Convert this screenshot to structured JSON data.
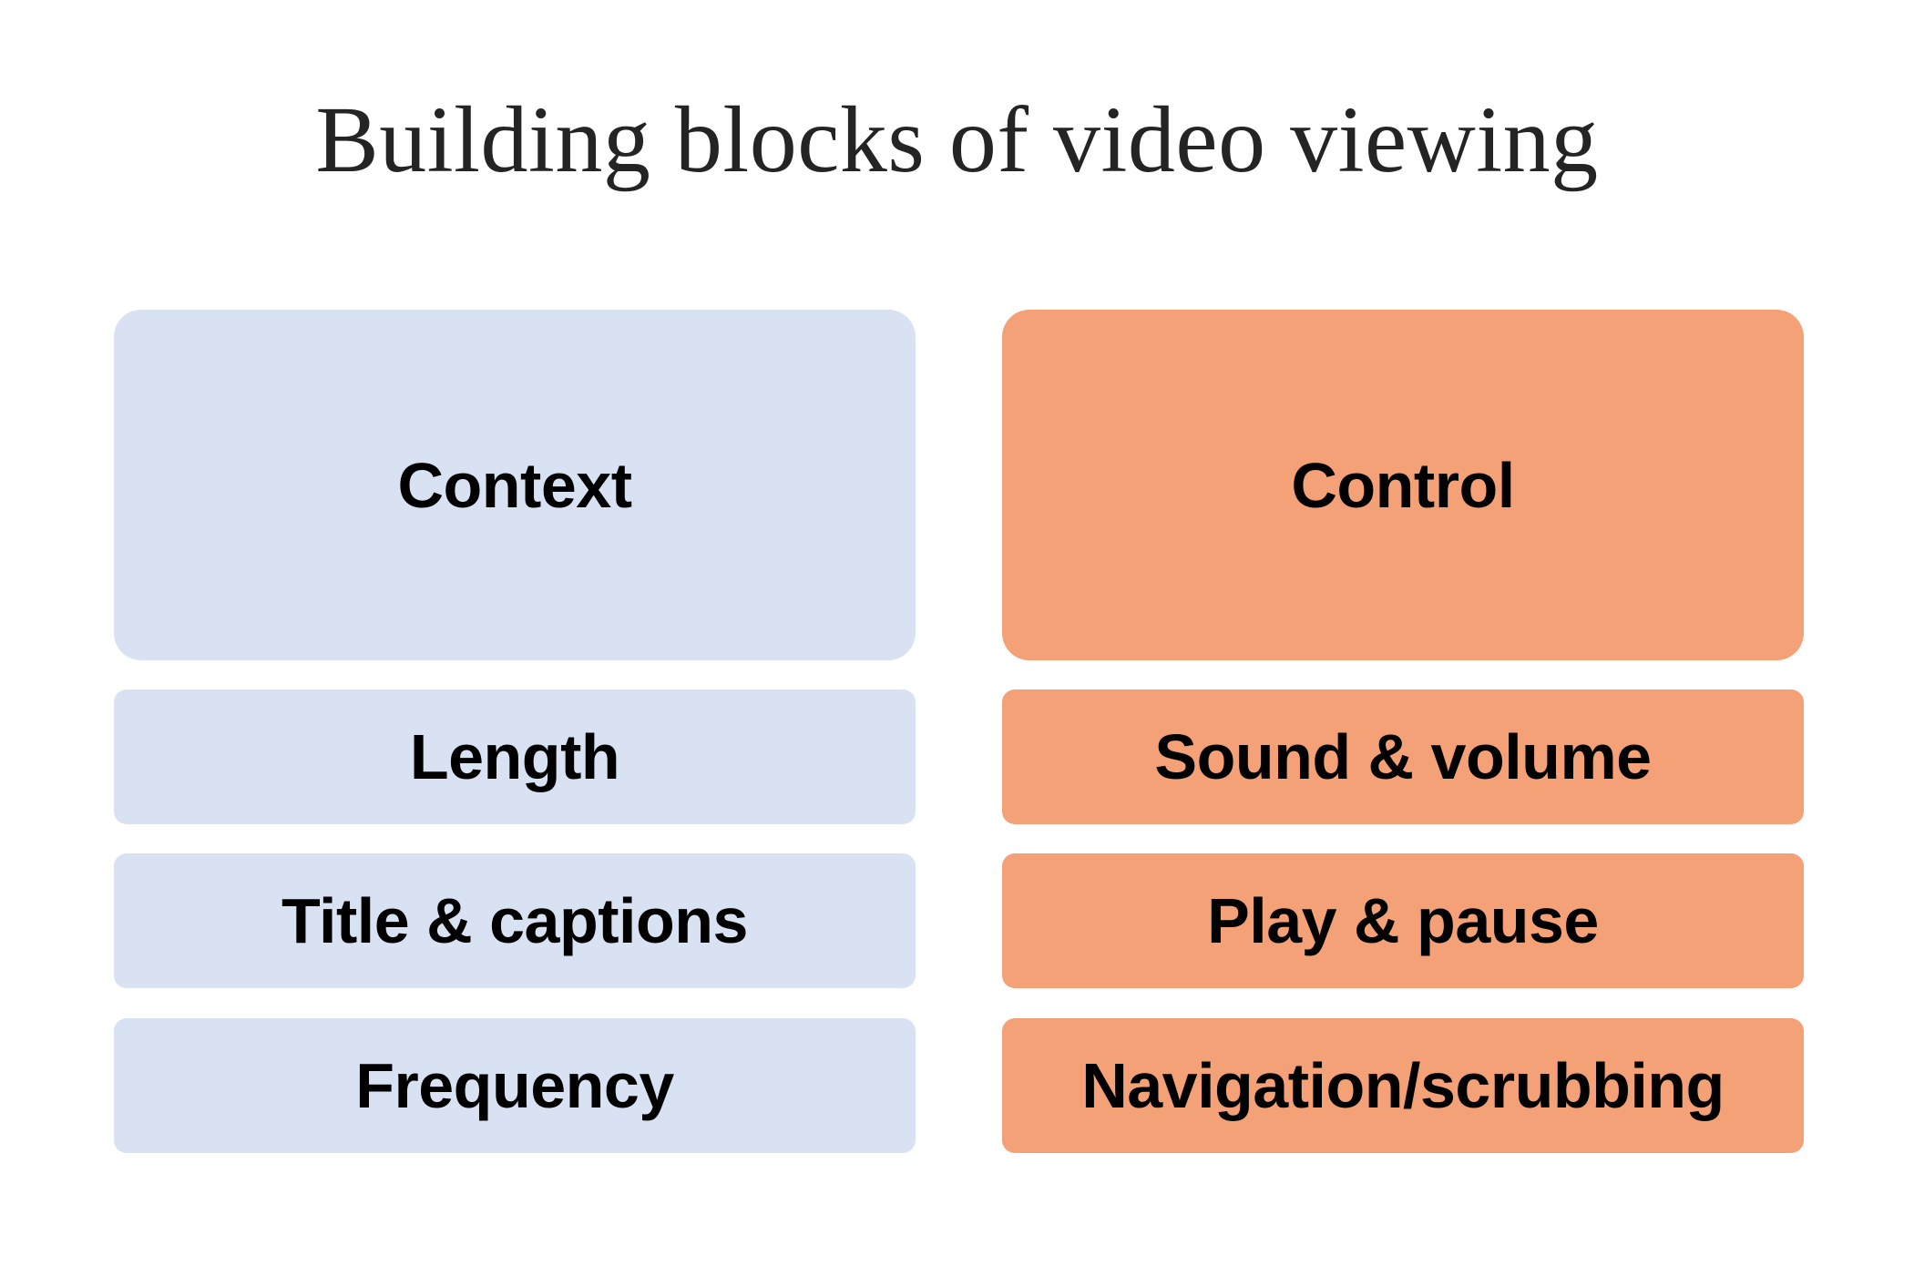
{
  "slide": {
    "title": "Building blocks of video viewing",
    "background_color": "#ffffff",
    "title_color": "#242424"
  },
  "colors": {
    "context_fill": "#d8e2f2",
    "control_fill": "#f5a178",
    "label_color": "#000000"
  },
  "columns": [
    {
      "id": "context",
      "header": "Context",
      "fill": "#d8e2f2",
      "items": [
        "Length",
        "Title & captions",
        "Frequency"
      ]
    },
    {
      "id": "control",
      "header": "Control",
      "fill": "#f5a178",
      "items": [
        "Sound & volume",
        "Play & pause",
        "Navigation/scrubbing"
      ]
    }
  ]
}
